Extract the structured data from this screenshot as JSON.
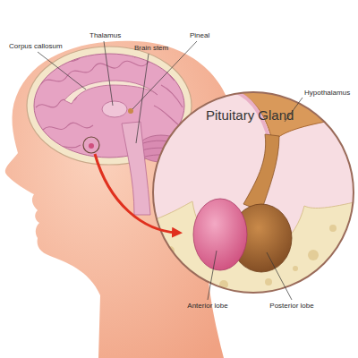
{
  "diagram": {
    "title": "Pituitary Gland",
    "labels": [
      "Corpus callosum",
      "Thalamus",
      "Brain stem",
      "Pineal",
      "Hypothalamus",
      "Anterior lobe",
      "Posterior lobe"
    ]
  }
}
